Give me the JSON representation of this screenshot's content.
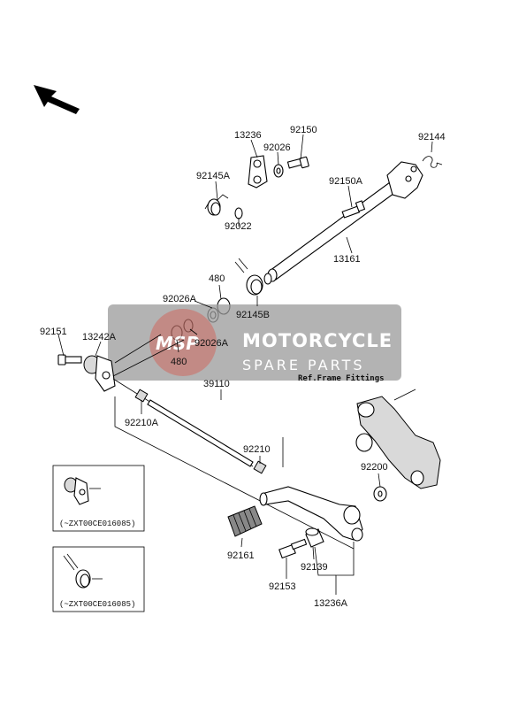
{
  "labels": {
    "p13236": "13236",
    "p92150": "92150",
    "p92026": "92026",
    "p92144": "92144",
    "p92145A": "92145A",
    "p92150A": "92150A",
    "p92022": "92022",
    "p13161": "13161",
    "p480a": "480",
    "p92026A_a": "92026A",
    "p92145B": "92145B",
    "p92151": "92151",
    "p13242A": "13242A",
    "p92026A_b": "92026A",
    "p480b": "480",
    "p39110": "39110",
    "p92210A": "92210A",
    "p92210": "92210",
    "p92200": "92200",
    "p92161": "92161",
    "p92139": "92139",
    "p92153": "92153",
    "p13236A": "13236A",
    "ref_frame": "Ref.Frame Fittings",
    "inset1_code": "(~ZXT00CE016085)",
    "inset2_code": "(~ZXT00CE016085)"
  },
  "watermark": {
    "logo": "MSP",
    "line1": "MOTORCYCLE",
    "line2": "SPARE PARTS"
  },
  "icons": {
    "direction": "front-direction-arrow-icon"
  },
  "colors": {
    "watermark_band": "#9a9a9a",
    "watermark_circle": "#c0392b"
  }
}
